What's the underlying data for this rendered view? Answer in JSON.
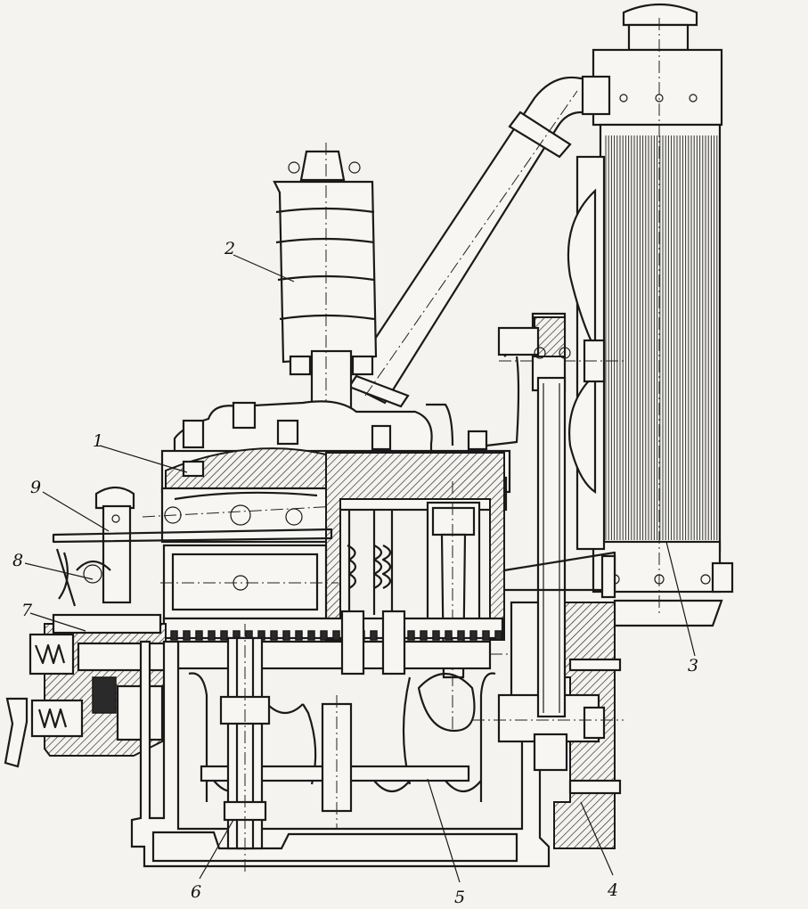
{
  "diagram": {
    "callouts": [
      {
        "id": "1",
        "label": "1"
      },
      {
        "id": "2",
        "label": "2"
      },
      {
        "id": "3",
        "label": "3"
      },
      {
        "id": "4",
        "label": "4"
      },
      {
        "id": "5",
        "label": "5"
      },
      {
        "id": "6",
        "label": "6"
      },
      {
        "id": "7",
        "label": "7"
      },
      {
        "id": "8",
        "label": "8"
      },
      {
        "id": "9",
        "label": "9"
      }
    ],
    "colors": {
      "ink": "#1a1a1a",
      "paper": "#f4f3ef"
    }
  }
}
